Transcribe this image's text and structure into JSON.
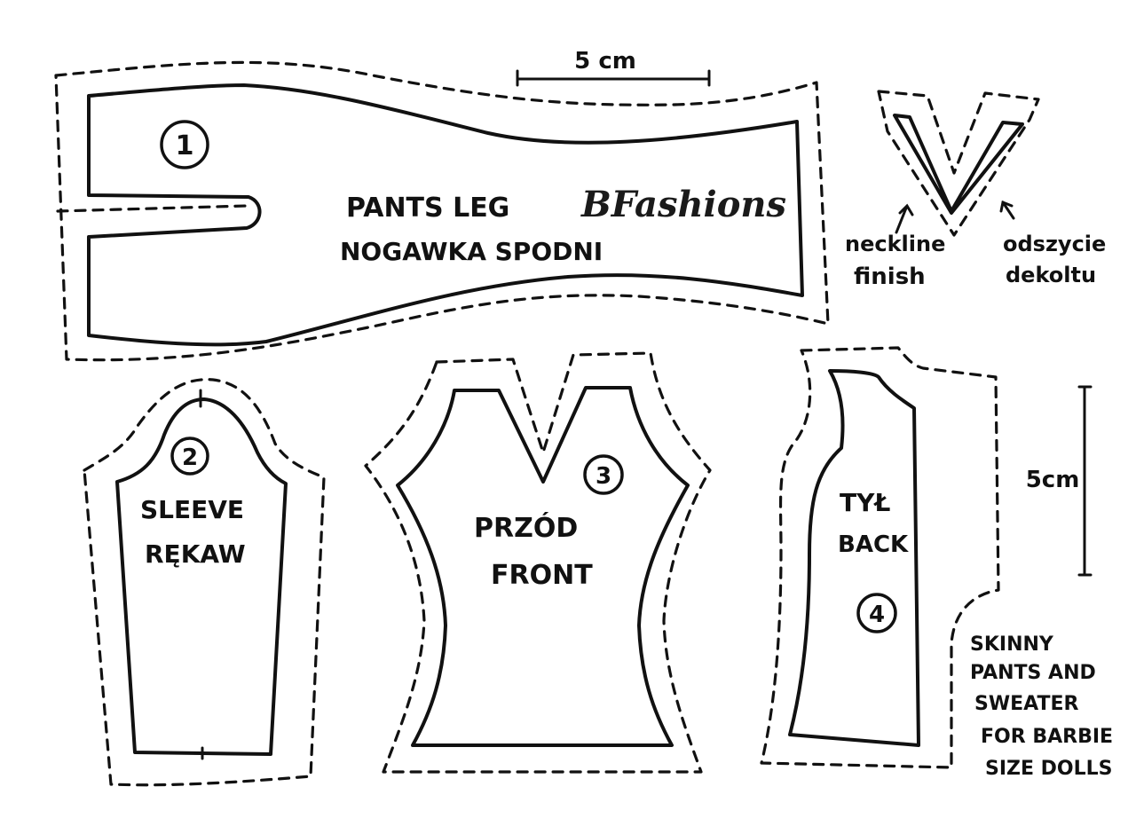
{
  "scale_horizontal": "5 cm",
  "scale_vertical": "5cm",
  "brand": "BFashions",
  "pieces": {
    "pants_leg": {
      "number": "1",
      "label_en": "PANTS LEG",
      "label_pl": "NOGAWKA SPODNI"
    },
    "sleeve": {
      "number": "2",
      "label_en": "SLEEVE",
      "label_pl": "RĘKAW"
    },
    "front": {
      "number": "3",
      "label_pl": "PRZÓD",
      "label_en": "FRONT"
    },
    "back": {
      "number": "4",
      "label_pl": "TYŁ",
      "label_en": "BACK"
    },
    "neckline": {
      "label_en_line1": "neckline",
      "label_en_line2": "finish",
      "label_pl_line1": "odszycie",
      "label_pl_line2": "dekoltu"
    }
  },
  "description": {
    "line1": "SKINNY",
    "line2": "PANTS AND",
    "line3": "SWEATER",
    "line4": "FOR BARBIE",
    "line5": "SIZE DOLLS"
  },
  "colors": {
    "ink": "#111111",
    "paper": "#ffffff"
  }
}
